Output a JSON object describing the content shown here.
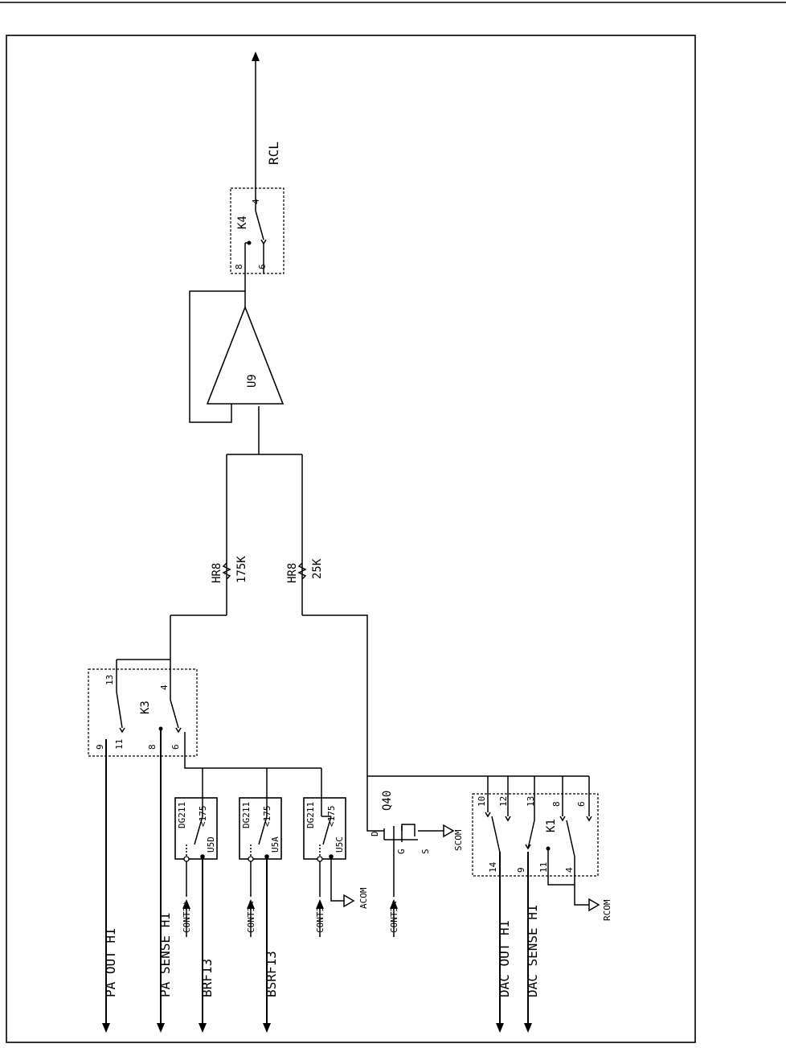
{
  "schematic": {
    "signals": {
      "pa_out_hi": "PA OUT HI",
      "pa_sense_hi": "PA SENSE HI",
      "brf13": "BRF13",
      "bsrf13": "BSRF13",
      "dac_out_hi": "DAC OUT HI",
      "dac_sense_hi": "DAC SENSE HI",
      "rcl": "RCL"
    },
    "relays": {
      "k3": {
        "name": "K3",
        "pins": {
          "p9": "9",
          "p11": "11",
          "p8": "8",
          "p6": "6",
          "p13": "13",
          "p4": "4"
        }
      },
      "k4": {
        "name": "K4",
        "pins": {
          "p8": "8",
          "p6": "6",
          "p4": "4"
        }
      },
      "k1": {
        "name": "K1",
        "pins": {
          "p14": "14",
          "p10": "10",
          "p12": "12",
          "p9": "9",
          "p13": "13",
          "p11": "11",
          "p8": "8",
          "p4": "4",
          "p6": "6"
        }
      }
    },
    "switches": [
      {
        "part": "DG211",
        "unit": "U5D",
        "value": "<175",
        "control": "CONT3*"
      },
      {
        "part": "DG211",
        "unit": "U5A",
        "value": "<175",
        "control": "CONT3<"
      },
      {
        "part": "DG211",
        "unit": "U5C",
        "value": "<175",
        "control": "CONT3>"
      }
    ],
    "resistors": [
      {
        "ref": "HR8",
        "value": "175K"
      },
      {
        "ref": "HR8",
        "value": "25K"
      }
    ],
    "amplifier": {
      "ref": "U9"
    },
    "fet": {
      "ref": "Q40",
      "pin_d": "D",
      "pin_g": "G",
      "pin_s": "S",
      "control": "CONT3<",
      "ground": "SCOM"
    },
    "grounds": {
      "acom": "ACOM",
      "rcom": "RCOM"
    }
  }
}
